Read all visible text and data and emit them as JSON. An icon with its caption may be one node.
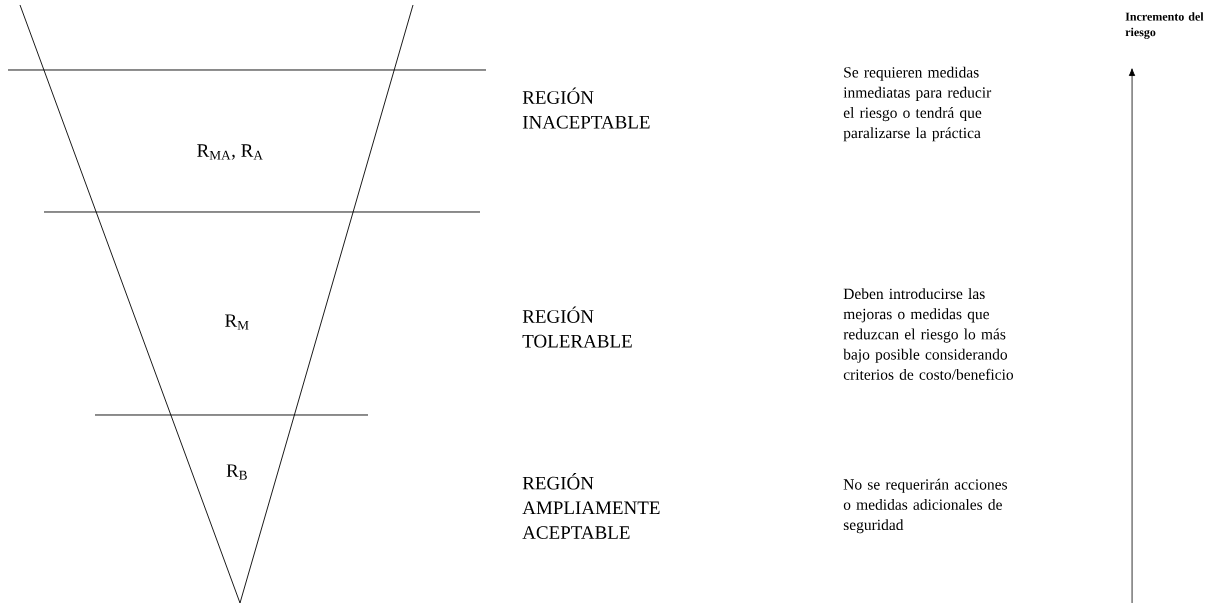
{
  "diagram": {
    "labels": [
      "Incremento del riesgo",
      "R$_{MA}$, R$_{A}$",
      "REGIÓN INACEPTABLE",
      "Se requieren medidas inmediatas para reducir el riesgo o tendrá que paralizarse la práctica",
      "R$_{M}$",
      "REGIÓN TOLERABLE",
      "Deben introducirse las mejoras o medidas que reduzcan el riesgo lo más bajo posible considerando criterios de costo/beneficio",
      "R$_{B}$",
      "REGIÓN AMPLIAMENTE ACEPTABLE",
      "No se requerirán acciones o medidas adicionales de seguridad"
    ]
  }
}
